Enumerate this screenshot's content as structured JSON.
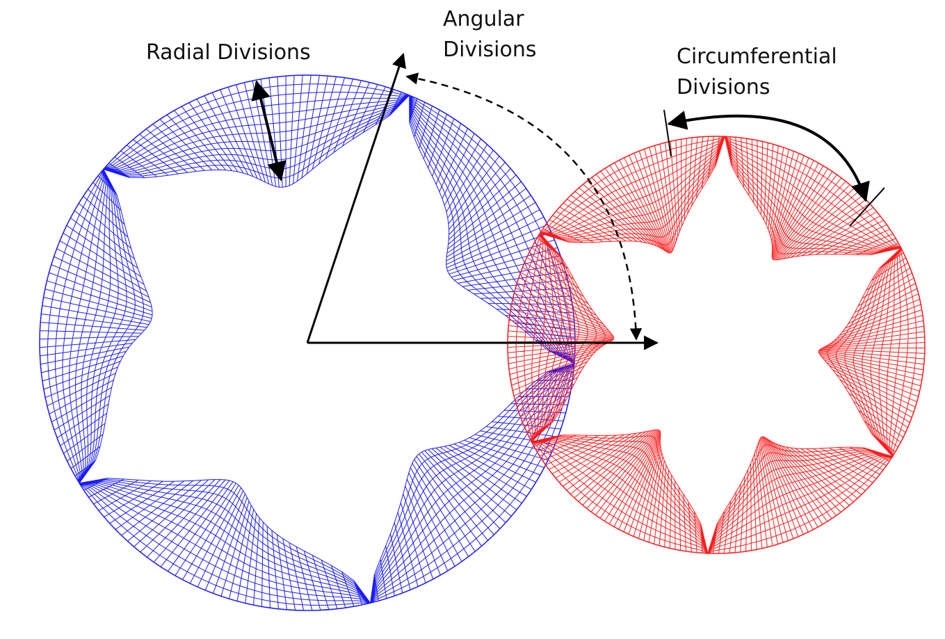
{
  "labels": {
    "radial": "Radial Divisions",
    "angular_line1": "Angular",
    "angular_line2": "Divisions",
    "circumferential_line1": "Circumferential",
    "circumferential_line2": "Divisions"
  },
  "rotors": {
    "male": {
      "lobes": 5,
      "color": "#1a1aff",
      "radial_divisions": 12,
      "circumferential_divisions_per_lobe": 40
    },
    "female": {
      "lobes": 6,
      "color": "#ff1a1a",
      "radial_divisions": 12,
      "circumferential_divisions_per_lobe": 40
    }
  },
  "colors": {
    "male_mesh": "#1a1aff",
    "female_mesh": "#ff1a1a",
    "annotation": "#000000"
  }
}
